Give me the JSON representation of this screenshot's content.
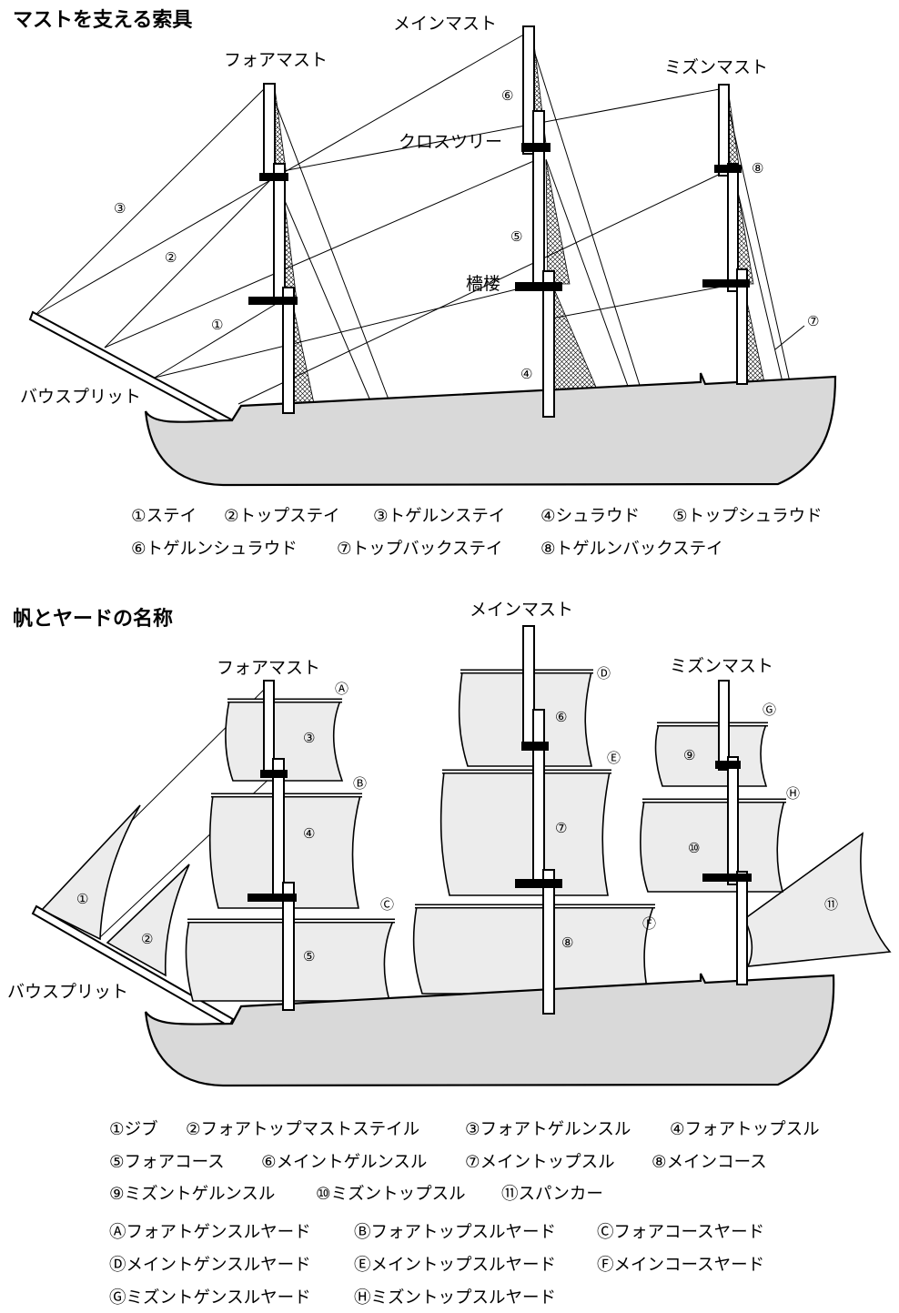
{
  "section1": {
    "title": "マストを支える索具",
    "masts": {
      "fore": "フォアマスト",
      "main": "メインマスト",
      "mizzen": "ミズンマスト"
    },
    "labels": {
      "crosstree": "クロスツリー",
      "top": "檣楼",
      "bowsprit": "バウスプリット"
    },
    "marks": [
      "①",
      "②",
      "③",
      "④",
      "⑤",
      "⑥",
      "⑦",
      "⑧"
    ],
    "legend": [
      [
        "①ステイ",
        "②トップステイ",
        "③トゲルンステイ",
        "④シュラウド",
        "⑤トップシュラウド"
      ],
      [
        "⑥トゲルンシュラウド",
        "⑦トップバックステイ",
        "⑧トゲルンバックステイ"
      ]
    ]
  },
  "section2": {
    "title": "帆とヤードの名称",
    "masts": {
      "fore": "フォアマスト",
      "main": "メインマスト",
      "mizzen": "ミズンマスト"
    },
    "labels": {
      "bowsprit": "バウスプリット"
    },
    "sail_marks": [
      "①",
      "②",
      "③",
      "④",
      "⑤",
      "⑥",
      "⑦",
      "⑧",
      "⑨",
      "⑩",
      "⑪"
    ],
    "yard_marks": [
      "Ⓐ",
      "Ⓑ",
      "Ⓒ",
      "Ⓓ",
      "Ⓔ",
      "Ⓕ",
      "Ⓖ",
      "Ⓗ"
    ],
    "sail_legend": [
      [
        "①ジブ",
        "②フォアトップマストステイル",
        "③フォアトゲルンスル",
        "④フォアトップスル"
      ],
      [
        "⑤フォアコース",
        "⑥メイントゲルンスル",
        "⑦メイントップスル",
        "⑧メインコース"
      ],
      [
        "⑨ミズントゲルンスル",
        "⑩ミズントップスル",
        "⑪スパンカー"
      ]
    ],
    "yard_legend": [
      [
        "Ⓐフォアトゲンスルヤード",
        "Ⓑフォアトップスルヤード",
        "Ⓒフォアコースヤード"
      ],
      [
        "Ⓓメイントゲンスルヤード",
        "Ⓔメイントップスルヤード",
        "Ⓕメインコースヤード"
      ],
      [
        "Ⓖミズントゲンスルヤード",
        "Ⓗミズントップスルヤード"
      ]
    ]
  }
}
